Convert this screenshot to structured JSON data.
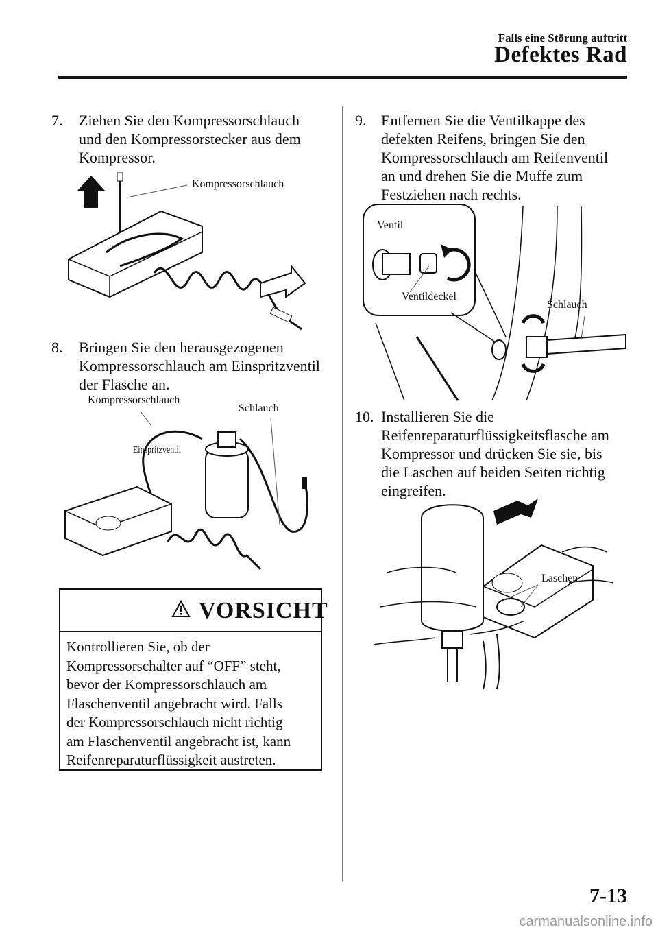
{
  "header": {
    "section": "Falls eine Störung auftritt",
    "title": "Defektes Rad"
  },
  "steps": [
    {
      "num": "7.",
      "lines": [
        "Ziehen Sie den Kompressorschlauch",
        "und den Kompressorstecker aus dem",
        "Kompressor."
      ]
    },
    {
      "num": "8.",
      "lines": [
        "Bringen Sie den herausgezogenen",
        "Kompressorschlauch am Einspritzventil",
        "der Flasche an."
      ]
    },
    {
      "num": "9.",
      "lines": [
        "Entfernen Sie die Ventilkappe des",
        "defekten Reifens, bringen Sie den",
        "Kompressorschlauch am Reifenventil",
        "an und drehen Sie die Muffe zum",
        "Festziehen nach rechts."
      ]
    },
    {
      "num": "10.",
      "lines": [
        "Installieren Sie die",
        "Reifenreparaturflüssigkeitsflasche am",
        "Kompressor und drücken Sie sie, bis",
        "die Laschen auf beiden Seiten richtig",
        "eingreifen."
      ]
    }
  ],
  "figures": {
    "fig7": {
      "label_hose": "Kompressorschlauch"
    },
    "fig8": {
      "label_hose": "Kompressorschlauch",
      "label_tube": "Schlauch",
      "label_valve": "Einspritzventil"
    },
    "fig9": {
      "label_valve": "Ventil",
      "label_cap": "Ventildeckel",
      "label_tube": "Schlauch"
    },
    "fig10": {
      "label_tabs": "Laschen"
    }
  },
  "caution": {
    "title": "VORSICHT",
    "text": "Kontrollieren Sie, ob der\nKompressorschalter auf “OFF” steht,\nbevor der Kompressorschlauch am\nFlaschenventil angebracht wird. Falls\nder Kompressorschlauch nicht richtig\nam Flaschenventil angebracht ist, kann\nReifenreparaturflüssigkeit austreten."
  },
  "page_number": "7-13",
  "watermark": "carmanualsonline.info"
}
